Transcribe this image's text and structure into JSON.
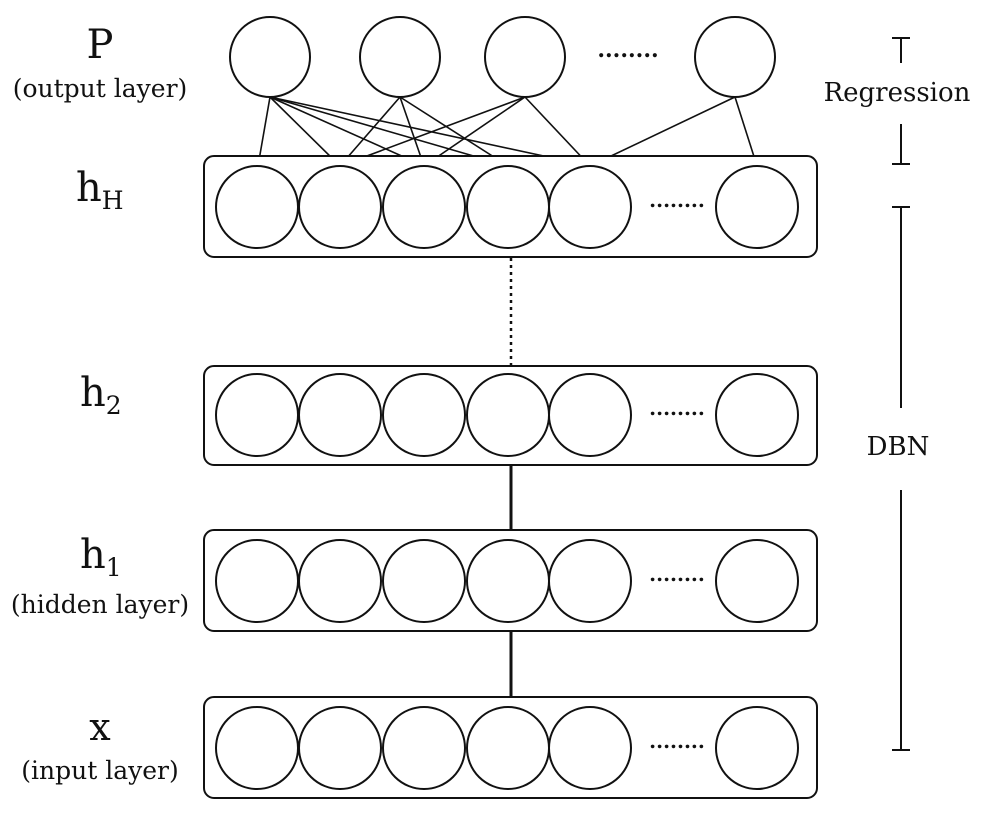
{
  "labels": {
    "output_symbol": "P",
    "output_desc": "(output layer)",
    "hH_base": "h",
    "hH_sub": "H",
    "h2_base": "h",
    "h2_sub": "2",
    "h1_base": "h",
    "h1_sub": "1",
    "hidden_desc": "(hidden layer)",
    "input_symbol": "x",
    "input_desc": "(input layer)"
  },
  "brackets": {
    "regression": "Regression",
    "dbn": "DBN"
  },
  "ellipsis": "........"
}
